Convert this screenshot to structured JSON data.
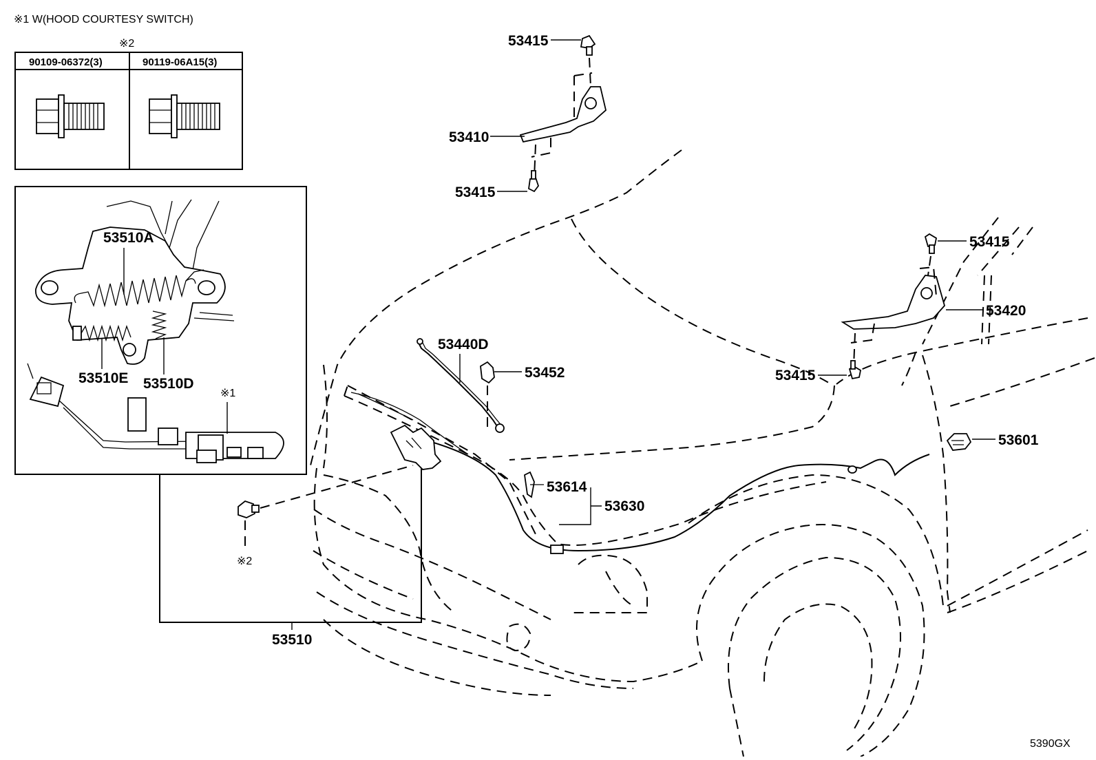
{
  "header": {
    "note1": "※1 W(HOOD COURTESY SWITCH)",
    "note2_mark": "※2"
  },
  "bolt_table": {
    "col1": "90109-06372(3)",
    "col2": "90119-06A15(3)"
  },
  "inset": {
    "label_a": "53510A",
    "label_e": "53510E",
    "label_d": "53510D",
    "note1_mark": "※1"
  },
  "labels": {
    "p53415_top": "53415",
    "p53410": "53410",
    "p53415_mid": "53415",
    "p53415_right_top": "53415",
    "p53420": "53420",
    "p53415_right_bottom": "53415",
    "p53440D": "53440D",
    "p53452": "53452",
    "p53601": "53601",
    "p53614": "53614",
    "p53630": "53630",
    "p53510": "53510",
    "note2_mark_bolt": "※2"
  },
  "footer": {
    "diagram_code": "5390GX"
  }
}
